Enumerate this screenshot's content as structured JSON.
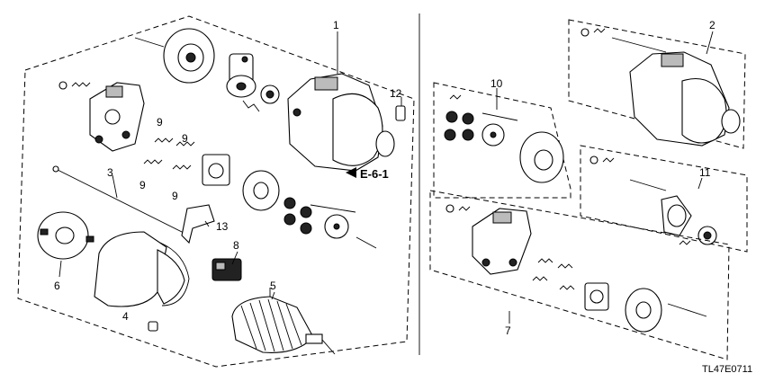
{
  "callouts": {
    "c1": "1",
    "c2": "2",
    "c3": "3",
    "c4": "4",
    "c5": "5",
    "c6": "6",
    "c7": "7",
    "c8": "8",
    "c9a": "9",
    "c9b": "9",
    "c9c": "9",
    "c9d": "9",
    "c10": "10",
    "c11": "11",
    "c12": "12",
    "c13": "13"
  },
  "reference": "E-6-1",
  "diagram_code": "TL47E0711"
}
